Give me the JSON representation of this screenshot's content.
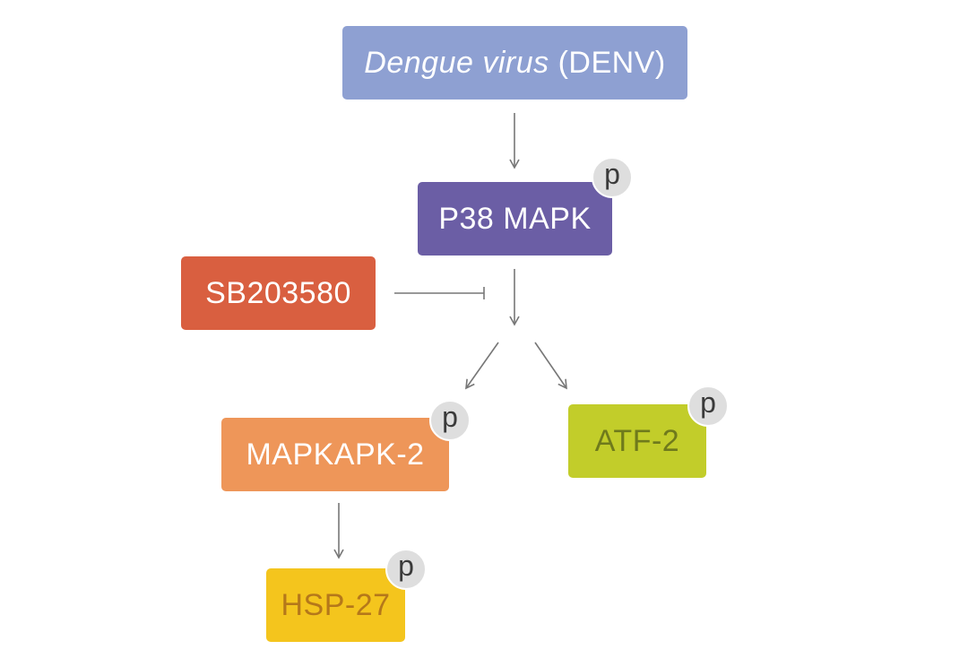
{
  "nodes": {
    "denv": {
      "italic": "Dengue virus",
      "plain": " (DENV)",
      "bg": "#8ea0d2",
      "fg": "#ffffff"
    },
    "p38": {
      "label": "P38 MAPK",
      "bg": "#6b5ea5",
      "fg": "#ffffff"
    },
    "sb": {
      "label": "SB203580",
      "bg": "#d95f40",
      "fg": "#ffffff"
    },
    "mapkapk": {
      "label": "MAPKAPK-2",
      "bg": "#ee9659",
      "fg": "#ffffff"
    },
    "atf": {
      "label": "ATF-2",
      "bg": "#c2cd2a",
      "fg": "#6f7a1c"
    },
    "hsp": {
      "label": "HSP-27",
      "bg": "#f4c51d",
      "fg": "#b5781a"
    }
  },
  "phospho_label": "p",
  "colors": {
    "edge": "#777777",
    "badge": "#dedede"
  }
}
